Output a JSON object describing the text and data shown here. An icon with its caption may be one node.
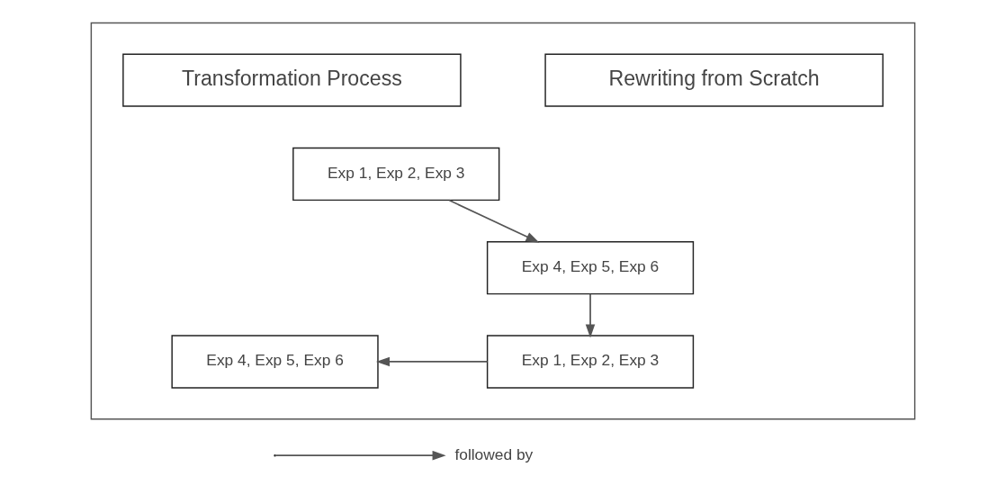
{
  "diagram": {
    "nodes": [
      {
        "text": [],
        "shape": "box"
      },
      {
        "text": [
          "Transformation Process"
        ],
        "in": 0
      },
      {
        "text": [
          "Rewriting from Scratch"
        ],
        "in": 0
      },
      {
        "text": [
          "Exp 1, Exp 2, Exp 3"
        ],
        "in": 0
      },
      {
        "text": [
          "Exp 4, Exp 5, Exp 6"
        ],
        "in": 0
      },
      {
        "text": [
          "Exp 1, Exp 2, Exp 3"
        ],
        "in": 0
      },
      {
        "text": [
          "Exp 4, Exp 5, Exp 6"
        ],
        "in": 0
      }
    ],
    "edges": [
      {
        "from": 3,
        "to": 4,
        "arrow": "to"
      },
      {
        "from": 4,
        "to": 5,
        "arrow": "to"
      },
      {
        "from": 5,
        "to": 6,
        "arrow": "to"
      }
    ],
    "legend": [
      {
        "text": "followed by"
      }
    ]
  }
}
